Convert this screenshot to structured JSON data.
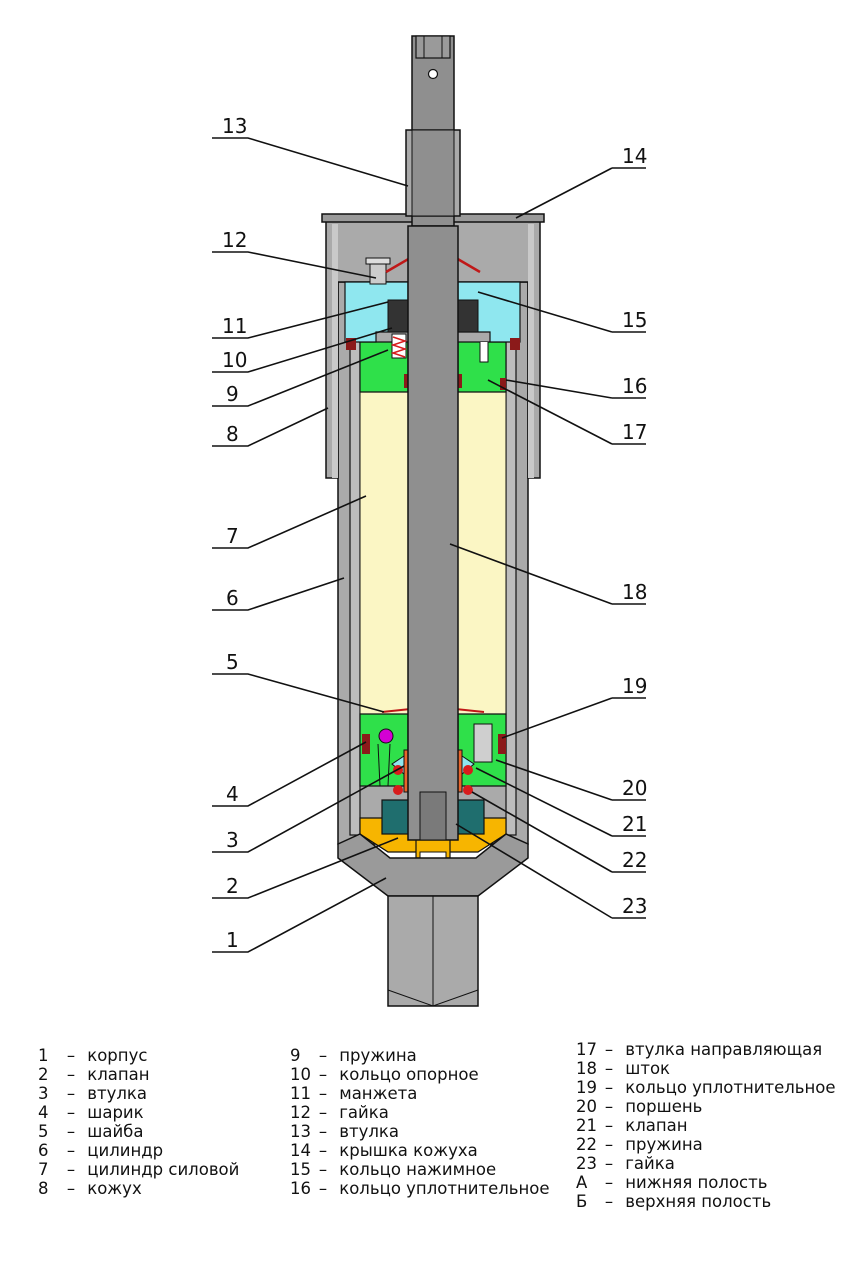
{
  "callouts": {
    "left": [
      {
        "id": "13",
        "label": "13"
      },
      {
        "id": "12",
        "label": "12"
      },
      {
        "id": "11",
        "label": "11"
      },
      {
        "id": "10",
        "label": "10"
      },
      {
        "id": "9",
        "label": "9"
      },
      {
        "id": "8",
        "label": "8"
      },
      {
        "id": "7",
        "label": "7"
      },
      {
        "id": "6",
        "label": "6"
      },
      {
        "id": "5",
        "label": "5"
      },
      {
        "id": "4",
        "label": "4"
      },
      {
        "id": "3",
        "label": "3"
      },
      {
        "id": "2",
        "label": "2"
      },
      {
        "id": "1",
        "label": "1"
      }
    ],
    "right": [
      {
        "id": "14",
        "label": "14"
      },
      {
        "id": "15",
        "label": "15"
      },
      {
        "id": "16",
        "label": "16"
      },
      {
        "id": "17",
        "label": "17"
      },
      {
        "id": "18",
        "label": "18"
      },
      {
        "id": "19",
        "label": "19"
      },
      {
        "id": "20",
        "label": "20"
      },
      {
        "id": "21",
        "label": "21"
      },
      {
        "id": "22",
        "label": "22"
      },
      {
        "id": "23",
        "label": "23"
      }
    ]
  },
  "legend": {
    "columns": [
      [
        {
          "num": "1",
          "text": "корпус"
        },
        {
          "num": "2",
          "text": "клапан"
        },
        {
          "num": "3",
          "text": "втулка"
        },
        {
          "num": "4",
          "text": "шарик"
        },
        {
          "num": "5",
          "text": "шайба"
        },
        {
          "num": "6",
          "text": "цилиндр"
        },
        {
          "num": "7",
          "text": "цилиндр силовой"
        },
        {
          "num": "8",
          "text": "кожух"
        }
      ],
      [
        {
          "num": "9",
          "text": "пружина"
        },
        {
          "num": "10",
          "text": "кольцо опорное"
        },
        {
          "num": "11",
          "text": "манжета"
        },
        {
          "num": "12",
          "text": "гайка"
        },
        {
          "num": "13",
          "text": "втулка"
        },
        {
          "num": "14",
          "text": "крышка кожуха"
        },
        {
          "num": "15",
          "text": "кольцо нажимное"
        },
        {
          "num": "16",
          "text": "кольцо уплотнительное"
        }
      ],
      [
        {
          "num": "17",
          "text": "втулка направляющая"
        },
        {
          "num": "18",
          "text": "шток"
        },
        {
          "num": "19",
          "text": "кольцо уплотнительное"
        },
        {
          "num": "20",
          "text": "поршень"
        },
        {
          "num": "21",
          "text": "клапан"
        },
        {
          "num": "22",
          "text": "пружина"
        },
        {
          "num": "23",
          "text": "гайка"
        },
        {
          "num": "А",
          "text": "нижняя полость"
        },
        {
          "num": "Б",
          "text": "верхняя полость"
        }
      ]
    ],
    "separator": "–"
  },
  "colors": {
    "body_gray": "#aaaaaa",
    "rod_gray": "#8f8f8f",
    "fluid_yellow": "#fbf6c4",
    "guide_green": "#2fe04a",
    "seal_cyan": "#8fe7ef",
    "washer_yellow": "#f7b500",
    "ring_red": "#d81c1c",
    "ball_magenta": "#d400d4",
    "valve_orange": "#e8652c",
    "dark_teal": "#1f6e6e",
    "seal_brown": "#8b1a1a"
  }
}
